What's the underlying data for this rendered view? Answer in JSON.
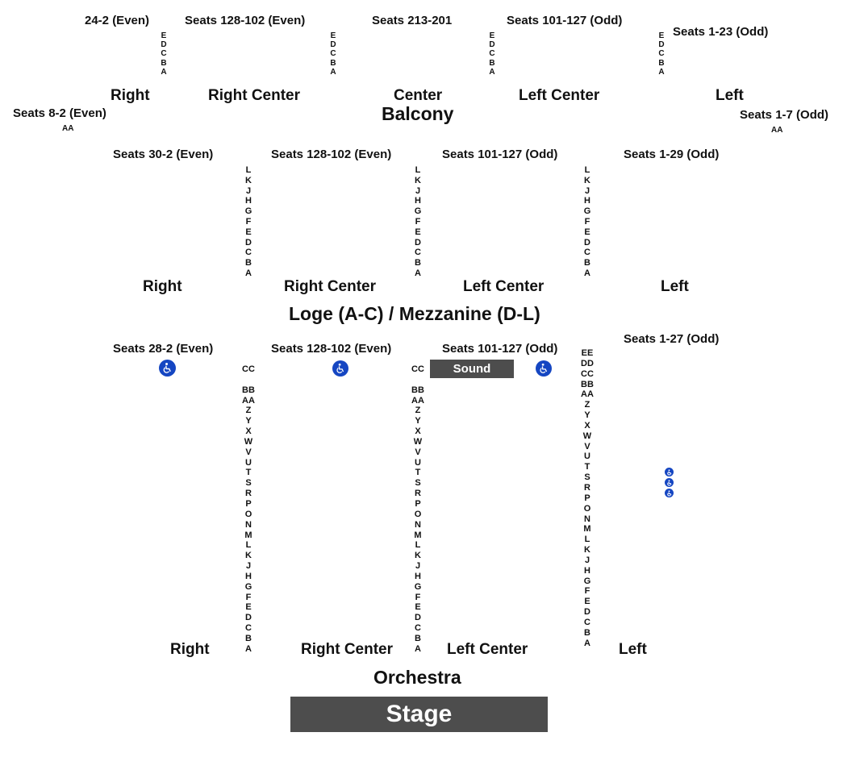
{
  "balcony": {
    "title": "Balcony",
    "seat_ranges": {
      "far_right": "24-2 (Even)",
      "right_center": "Seats 128-102 (Even)",
      "center": "Seats 213-201",
      "left_center": "Seats 101-127 (Odd)",
      "left": "Seats 1-23 (Odd)"
    },
    "sections": {
      "right": "Right",
      "right_center": "Right Center",
      "center": "Center",
      "left_center": "Left Center",
      "left": "Left"
    },
    "rows": [
      "E",
      "D",
      "C",
      "B",
      "A"
    ],
    "aa_right_seats": "Seats 8-2 (Even)",
    "aa_left_seats": "Seats 1-7 (Odd)",
    "aa_row": "AA"
  },
  "loge": {
    "title": "Loge (A-C) / Mezzanine (D-L)",
    "seat_ranges": {
      "right": "Seats 30-2 (Even)",
      "right_center": "Seats 128-102 (Even)",
      "left_center": "Seats 101-127 (Odd)",
      "left": "Seats 1-29 (Odd)"
    },
    "sections": {
      "right": "Right",
      "right_center": "Right Center",
      "left_center": "Left Center",
      "left": "Left"
    },
    "rows": [
      "L",
      "K",
      "J",
      "H",
      "G",
      "F",
      "E",
      "D",
      "C",
      "B",
      "A"
    ]
  },
  "orchestra": {
    "title": "Orchestra",
    "seat_ranges": {
      "right": "Seats 28-2 (Even)",
      "right_center": "Seats 128-102 (Even)",
      "left_center": "Seats 101-127 (Odd)",
      "left": "Seats 1-27 (Odd)"
    },
    "sections": {
      "right": "Right",
      "right_center": "Right Center",
      "left_center": "Left Center",
      "left": "Left"
    },
    "rows_a": [
      "CC",
      "",
      "BB",
      "AA",
      "Z",
      "Y",
      "X",
      "W",
      "V",
      "U",
      "T",
      "S",
      "R",
      "P",
      "O",
      "N",
      "M",
      "L",
      "K",
      "J",
      "H",
      "G",
      "F",
      "E",
      "D",
      "C",
      "B",
      "A"
    ],
    "rows_b": [
      "EE",
      "DD",
      "CC",
      "BB",
      "AA",
      "Z",
      "Y",
      "X",
      "W",
      "V",
      "U",
      "T",
      "S",
      "R",
      "P",
      "O",
      "N",
      "M",
      "L",
      "K",
      "J",
      "H",
      "G",
      "F",
      "E",
      "D",
      "C",
      "B",
      "A"
    ],
    "sound_booth": "Sound"
  },
  "stage": {
    "label": "Stage"
  },
  "colors": {
    "block": "#4d4d4d",
    "accessible": "#1546c2",
    "text": "#111111",
    "background": "#ffffff"
  },
  "icons": {
    "accessible": "wheelchair-icon"
  }
}
